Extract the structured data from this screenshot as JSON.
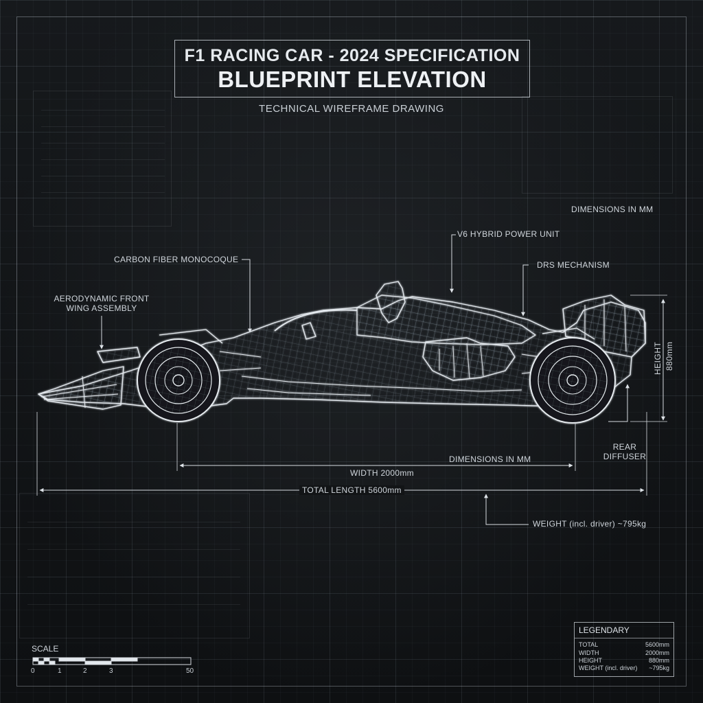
{
  "header": {
    "title_line1": "F1 RACING CAR - 2024 SPECIFICATION",
    "title_line2": "BLUEPRINT ELEVATION",
    "subtitle": "TECHNICAL WIREFRAME DRAWING"
  },
  "callouts": {
    "dimensions_top": "DIMENSIONS IN MM",
    "power_unit": "V6 HYBRID POWER UNIT",
    "monocoque": "CARBON FIBER MONOCOQUE",
    "drs": "DRS MECHANISM",
    "front_wing_line1": "AERODYNAMIC FRONT",
    "front_wing_line2": "WING ASSEMBLY",
    "height_label": "HEIGHT",
    "height_value": "880mm",
    "rear_diffuser_line1": "REAR",
    "rear_diffuser_line2": "DIFFUSER",
    "dimensions_mid": "DIMENSIONS IN MM",
    "width": "WIDTH 2000mm",
    "total_length": "TOTAL LENGTH 5600mm",
    "weight": "WEIGHT (incl. driver) ~795kg"
  },
  "legend": {
    "title": "LEGENDARY",
    "rows": [
      {
        "key": "TOTAL",
        "value": "5600mm"
      },
      {
        "key": "WIDTH",
        "value": "2000mm"
      },
      {
        "key": "HEIGHT",
        "value": "880mm"
      },
      {
        "key": "WEIGHT (incl. driver)",
        "value": "~795kg"
      }
    ]
  },
  "scale": {
    "title": "SCALE",
    "ticks": [
      "0",
      "1",
      "2",
      "3",
      "50"
    ]
  },
  "colors": {
    "background": "#0f1113",
    "line": "#e3e8ed",
    "wire": "#9aa6b2"
  }
}
